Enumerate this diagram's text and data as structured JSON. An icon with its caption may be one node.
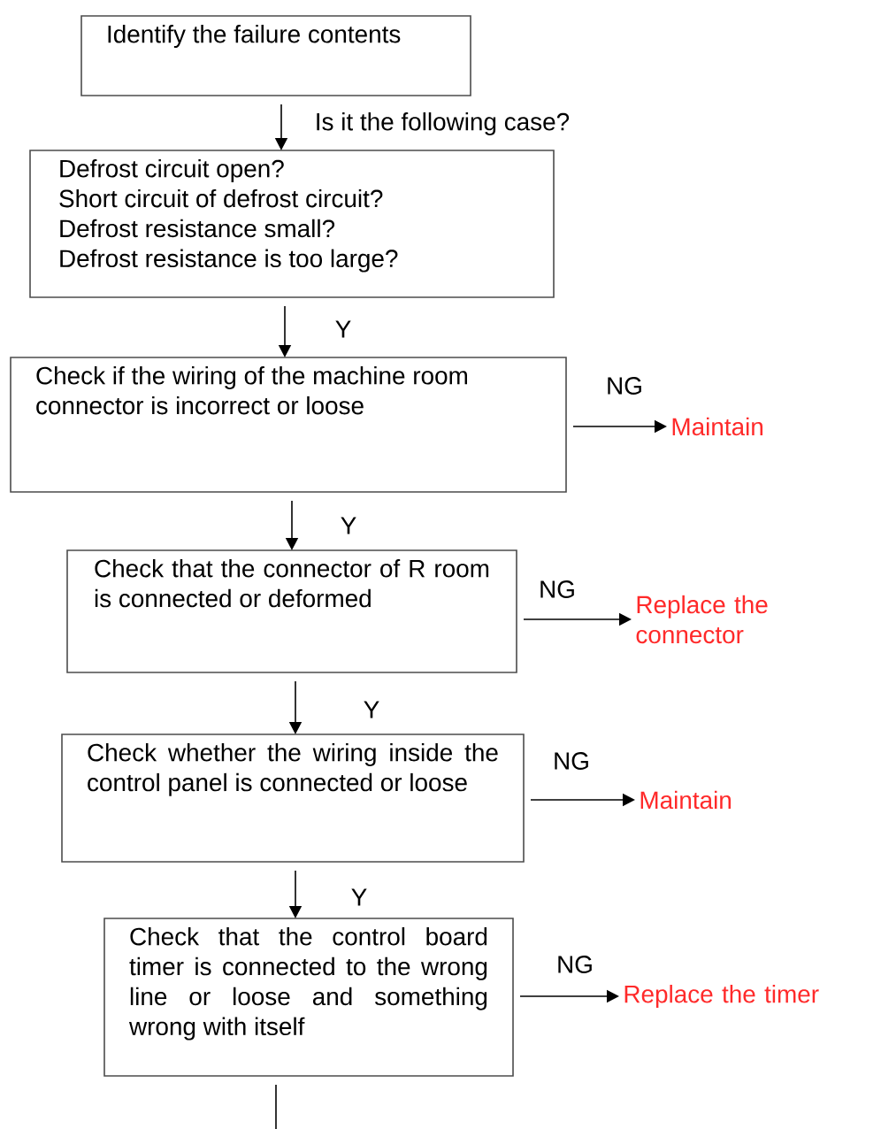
{
  "diagram": {
    "nodes": [
      {
        "text": [
          "Identify the failure contents"
        ]
      },
      {
        "text": [
          "Defrost circuit open?",
          "Short circuit  of defrost circuit?",
          "Defrost resistance small?",
          "Defrost resistance is too large?"
        ]
      },
      {
        "text": [
          "Check if the wiring of the machine room connector is incorrect or loose"
        ]
      },
      {
        "text": [
          "Maintain"
        ]
      },
      {
        "text": [
          "Check that the connector of R room is connected or deformed"
        ]
      },
      {
        "text": [
          "Replace the connector"
        ]
      },
      {
        "text": [
          "Check whether the wiring inside the control panel is connected or loose"
        ]
      },
      {
        "text": [
          "Maintain"
        ]
      },
      {
        "text": [
          "Check that the control board timer is connected to the wrong line or loose and something wrong with itself"
        ]
      },
      {
        "text": [
          "Replace the timer"
        ]
      }
    ],
    "edges": [
      {
        "from": 0,
        "to": 1,
        "arrow": "to",
        "label": "Is it the following case?"
      },
      {
        "from": 1,
        "to": 2,
        "arrow": "to",
        "label": "Y"
      },
      {
        "from": 2,
        "to": 3,
        "arrow": "to",
        "label": "NG"
      },
      {
        "from": 2,
        "to": 4,
        "arrow": "to",
        "label": "Y"
      },
      {
        "from": 4,
        "to": 5,
        "arrow": "to",
        "label": "NG"
      },
      {
        "from": 4,
        "to": 6,
        "arrow": "to",
        "label": "Y"
      },
      {
        "from": 6,
        "to": 7,
        "arrow": "to",
        "label": "NG"
      },
      {
        "from": 6,
        "to": 8,
        "arrow": "to",
        "label": "Y"
      },
      {
        "from": 8,
        "to": 9,
        "arrow": "to",
        "label": "NG"
      },
      {
        "from": 8,
        "to": null,
        "arrow": "none"
      }
    ]
  }
}
